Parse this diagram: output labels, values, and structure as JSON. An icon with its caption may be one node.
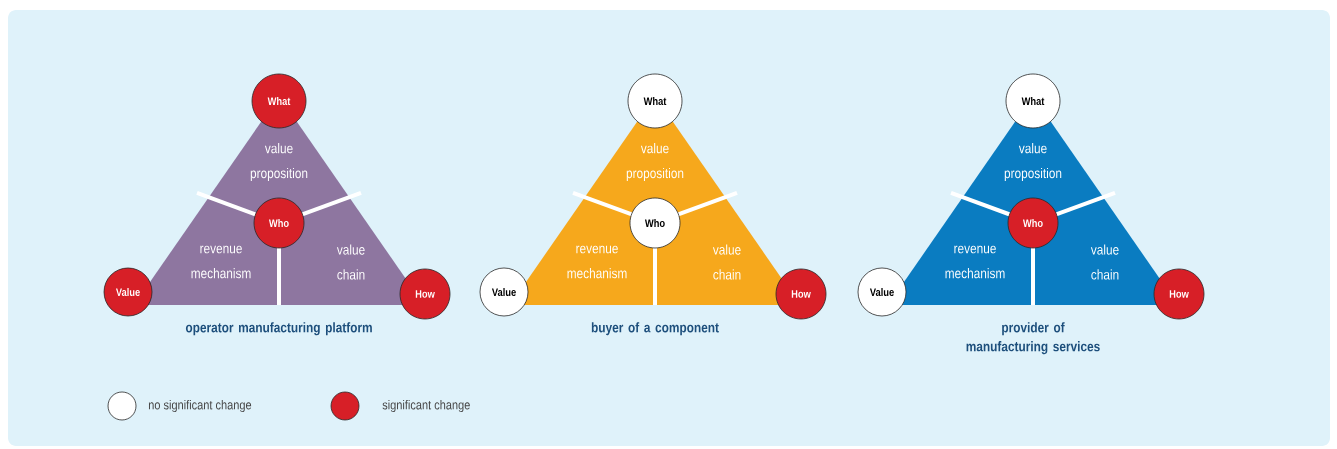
{
  "diagram": {
    "nodes": [
      {
        "text": [
          "operator manufacturing platform"
        ]
      },
      {
        "text": [
          "value proposition"
        ],
        "in": 0
      },
      {
        "text": [
          "revenue mechanism"
        ],
        "in": 0
      },
      {
        "text": [
          "value chain"
        ],
        "in": 0
      },
      {
        "text": [
          "What"
        ]
      },
      {
        "text": [
          "Who"
        ],
        "in": 0
      },
      {
        "text": [
          "Value"
        ]
      },
      {
        "text": [
          "How"
        ]
      },
      {
        "text": [
          "buyer of a component"
        ]
      },
      {
        "text": [
          "value proposition"
        ],
        "in": 8
      },
      {
        "text": [
          "revenue mechanism"
        ],
        "in": 8
      },
      {
        "text": [
          "value chain"
        ],
        "in": 8
      },
      {
        "text": [
          "What"
        ]
      },
      {
        "text": [
          "Who"
        ],
        "in": 8
      },
      {
        "text": [
          "Value"
        ]
      },
      {
        "text": [
          "How"
        ]
      },
      {
        "text": [
          "provider of manufacturing services"
        ]
      },
      {
        "text": [
          "value proposition"
        ],
        "in": 16
      },
      {
        "text": [
          "revenue mechanism"
        ],
        "in": 16
      },
      {
        "text": [
          "value chain"
        ],
        "in": 16
      },
      {
        "text": [
          "What"
        ]
      },
      {
        "text": [
          "Who"
        ],
        "in": 16
      },
      {
        "text": [
          "Value"
        ]
      },
      {
        "text": [
          "How"
        ]
      }
    ],
    "legend": [
      {
        "text": "no significant change",
        "color": "#ffffff"
      },
      {
        "text": "significant change",
        "color": "#d71f27"
      }
    ]
  }
}
